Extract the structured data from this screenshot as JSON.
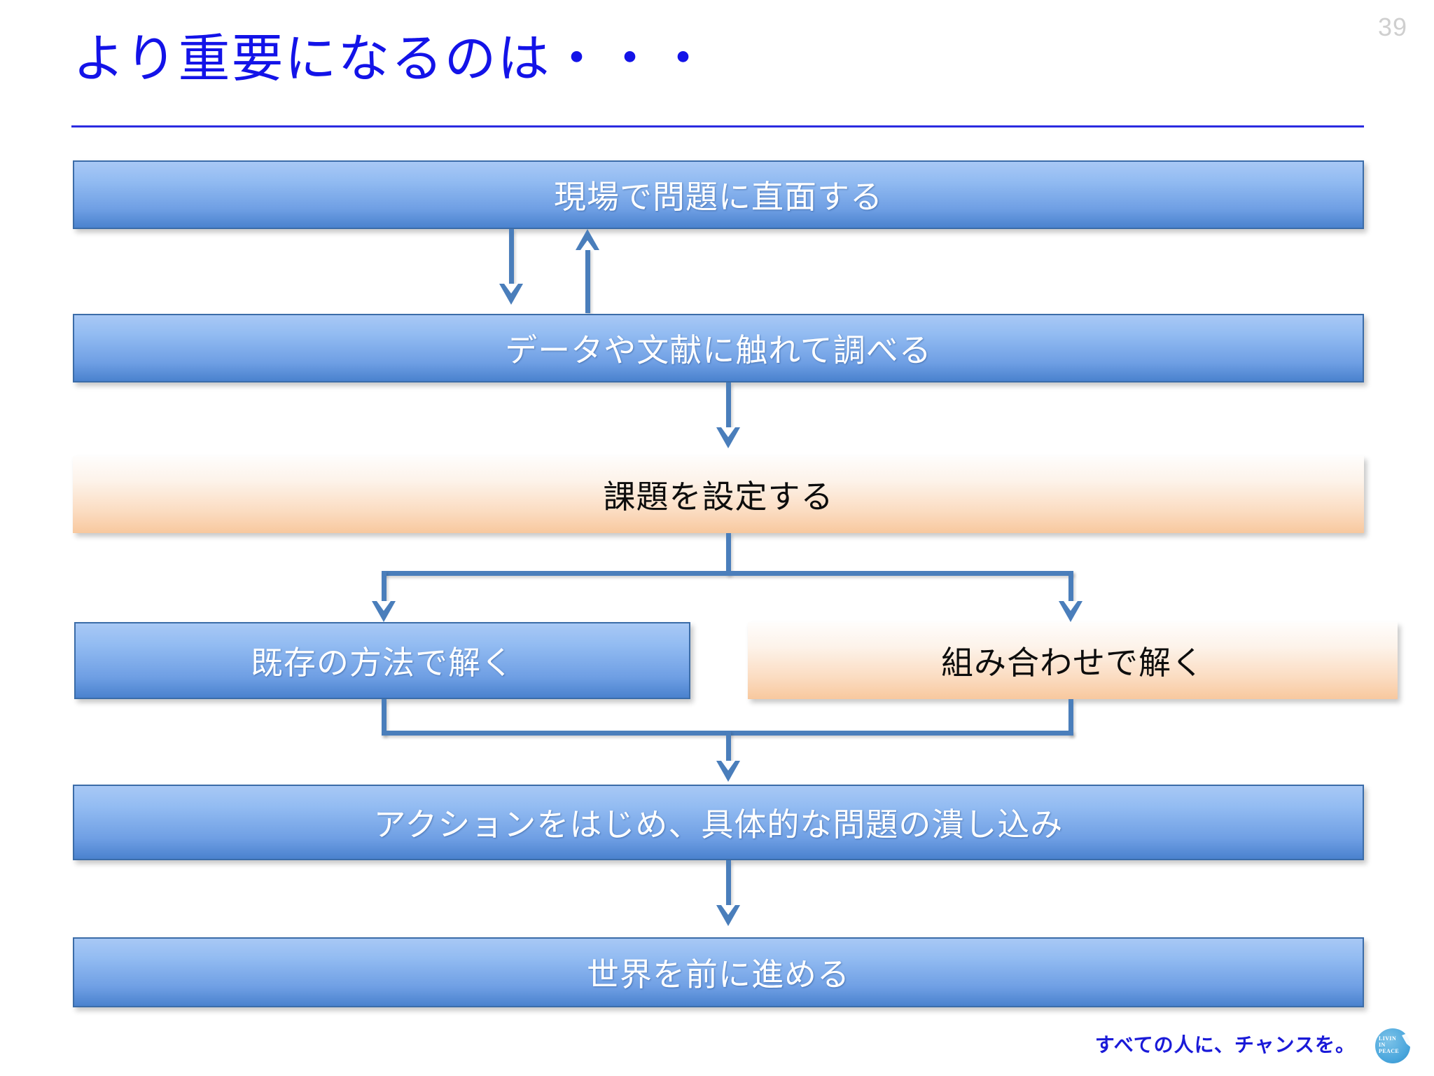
{
  "slide": {
    "page_number": "39",
    "title": "より重要になるのは・・・",
    "title_color": "#1313e8",
    "rule_color": "#2b2be0",
    "background_color": "#ffffff"
  },
  "flow": {
    "accent_blue": "#4a82ce",
    "accent_orange": "#f8c89e",
    "connector_color": "#4a7ebb",
    "nodes": [
      {
        "id": "encounter",
        "label": "現場で問題に直面する",
        "style": "blue",
        "text_color": "#ffffff"
      },
      {
        "id": "research",
        "label": "データや文献に触れて調べる",
        "style": "blue",
        "text_color": "#ffffff"
      },
      {
        "id": "setproblem",
        "label": "課題を設定する",
        "style": "orange",
        "text_color": "#0d0d0d"
      },
      {
        "id": "existing",
        "label": "既存の方法で解く",
        "style": "blue",
        "text_color": "#ffffff"
      },
      {
        "id": "combine",
        "label": "組み合わせで解く",
        "style": "orange",
        "text_color": "#0d0d0d"
      },
      {
        "id": "action",
        "label": "アクションをはじめ、具体的な問題の潰し込み",
        "style": "blue",
        "text_color": "#ffffff"
      },
      {
        "id": "advance",
        "label": "世界を前に進める",
        "style": "blue",
        "text_color": "#ffffff"
      }
    ],
    "connectors": [
      {
        "id": "encounter-to-research",
        "from": "encounter",
        "to": "research",
        "direction": "down"
      },
      {
        "id": "research-to-encounter",
        "from": "research",
        "to": "encounter",
        "direction": "up"
      },
      {
        "id": "research-to-setproblem",
        "from": "research",
        "to": "setproblem",
        "direction": "down"
      },
      {
        "id": "setproblem-to-existing",
        "from": "setproblem",
        "to": "existing",
        "direction": "down"
      },
      {
        "id": "setproblem-to-combine",
        "from": "setproblem",
        "to": "combine",
        "direction": "down"
      },
      {
        "id": "branches-to-action",
        "from": "existing,combine",
        "to": "action",
        "direction": "down"
      },
      {
        "id": "action-to-advance",
        "from": "action",
        "to": "advance",
        "direction": "down"
      }
    ]
  },
  "footer": {
    "tagline": "すべての人に、チャンスを。",
    "tagline_color": "#1a1ad8",
    "logo_line1": "LIVIN",
    "logo_line2": "IN",
    "logo_line3": "PEACE"
  }
}
